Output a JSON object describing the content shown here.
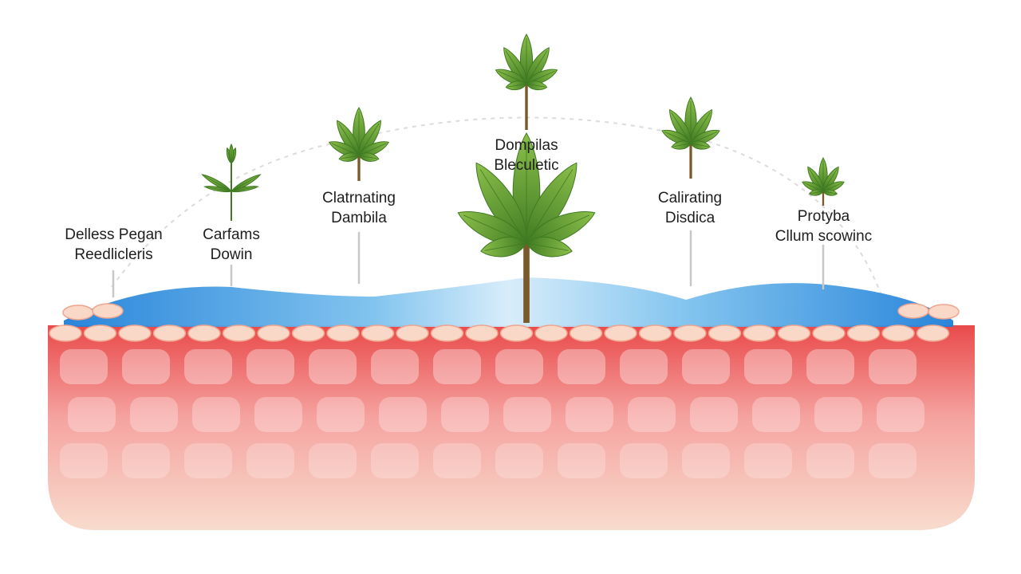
{
  "labels": {
    "far_left": {
      "line1": "Delless Pegan",
      "line2": "Reedlicleris"
    },
    "left": {
      "line1": "Carfams",
      "line2": "Dowin"
    },
    "mid_left": {
      "line1": "Clatrnating",
      "line2": "Dambila"
    },
    "center": {
      "line1": "Dompilas",
      "line2": "Bleculetic"
    },
    "mid_right": {
      "line1": "Calirating",
      "line2": "Disdica"
    },
    "right": {
      "line1": "Protyba",
      "line2": "Cllum scowinc"
    }
  },
  "colors": {
    "skin_top": "#e94a4a",
    "skin_bottom": "#f8dccd",
    "cell_outline": "#f0a48e",
    "cell_fill": "#f6d0c0",
    "water_dark": "#1e7fd8",
    "water_light": "#bfe2f7",
    "leaf_light": "#8cc04b",
    "leaf_dark": "#3f7a22",
    "stem": "#7a5a2a",
    "pointer": "#c8c8c8",
    "arc": "#dcdcdc"
  },
  "icons": [
    "cannabis-leaf-icon",
    "seedling-icon"
  ]
}
